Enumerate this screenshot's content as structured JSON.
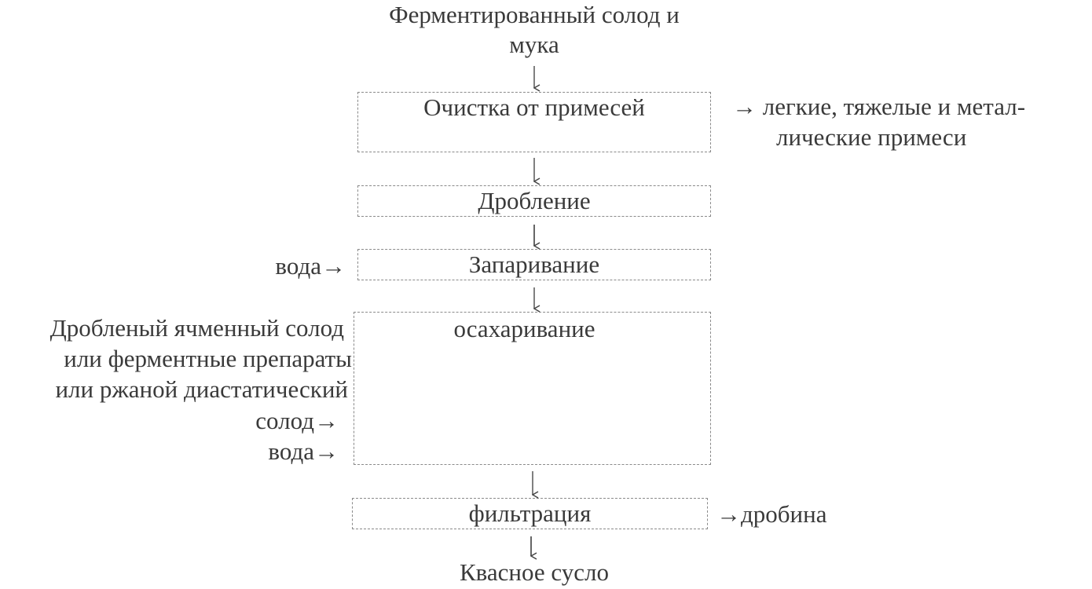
{
  "input_label_line1": "Ферментированный солод и",
  "input_label_line2": "мука",
  "steps": [
    {
      "label": "Очистка от примесей"
    },
    {
      "label": "Дробление"
    },
    {
      "label": "Запаривание"
    },
    {
      "label": "осахаривание"
    },
    {
      "label": "фильтрация"
    }
  ],
  "outputs": {
    "impurities_line1": "→ легкие, тяжелые и метал-",
    "impurities_line2": "лические примеси",
    "spent_grain": "→дробина"
  },
  "side_inputs": {
    "water_1": "вода→",
    "malt_line1": "Дробленый ячменный солод",
    "malt_line2": "или ферментные препараты",
    "malt_line3": "или ржаной диастатический",
    "malt_line4": "солод→",
    "water_2": "вода→"
  },
  "final_product": "Квасное сусло"
}
